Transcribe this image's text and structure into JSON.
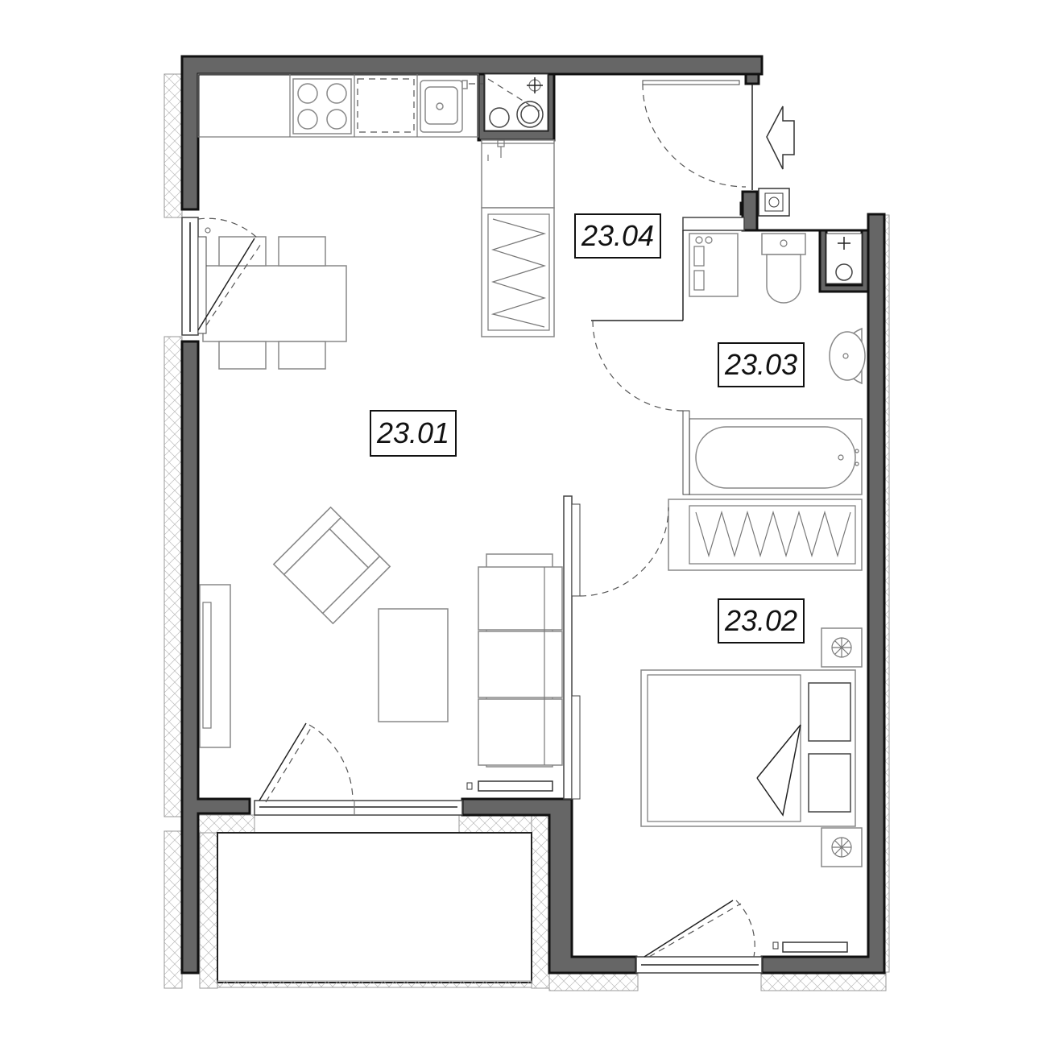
{
  "rooms": [
    {
      "id": "living-kitchen",
      "label": "23.01"
    },
    {
      "id": "bedroom",
      "label": "23.02"
    },
    {
      "id": "bathroom",
      "label": "23.03"
    },
    {
      "id": "hall",
      "label": "23.04"
    }
  ],
  "colors": {
    "wall": "#666666",
    "outline": "#111111",
    "furniture": "#888888",
    "background": "#ffffff"
  },
  "icons": [
    "entrance-arrow-icon",
    "ventilation-shaft-icon",
    "radiator-icon",
    "outlet-icon",
    "cooktop-icon",
    "sink-icon",
    "toilet-icon",
    "bathtub-icon",
    "washbasin-icon",
    "washing-machine-icon",
    "boiler-icon",
    "bed-icon",
    "sofa-icon",
    "armchair-icon",
    "wardrobe-icon"
  ]
}
